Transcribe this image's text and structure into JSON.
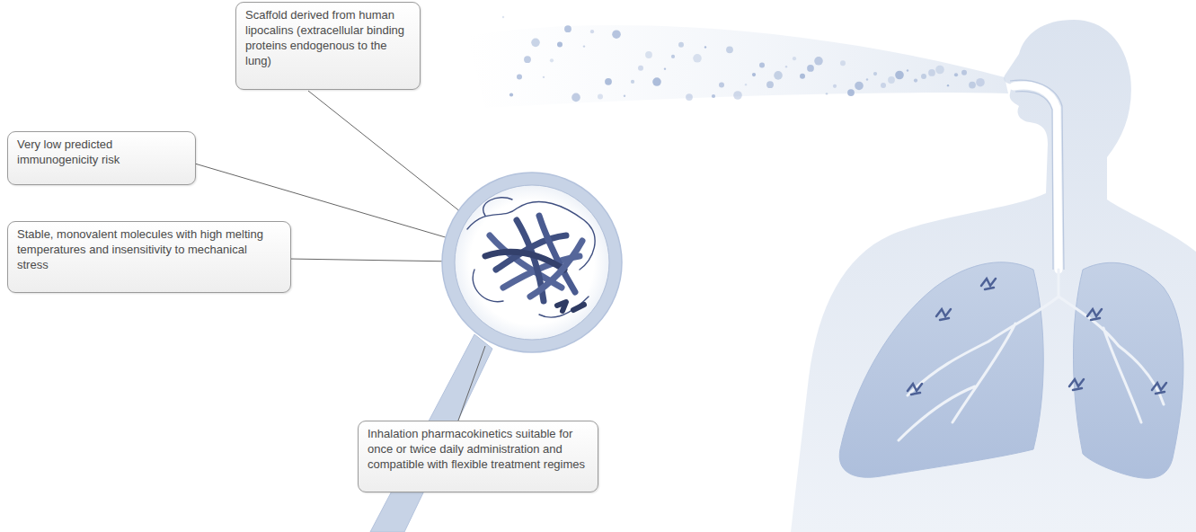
{
  "diagram": {
    "nodes": [
      {
        "text": [
          "Scaffold derived from human lipocalins (extracellular binding proteins endogenous to the lung)"
        ]
      },
      {
        "text": [
          "Very low predicted immunogenicity risk"
        ]
      },
      {
        "text": [
          "Stable, monovalent molecules with high melting temperatures and insensitivity to mechanical stress"
        ]
      },
      {
        "text": [
          "Inhalation pharmacokinetics suitable for once or twice daily administration and compatible with flexible treatment regimes"
        ]
      }
    ]
  }
}
